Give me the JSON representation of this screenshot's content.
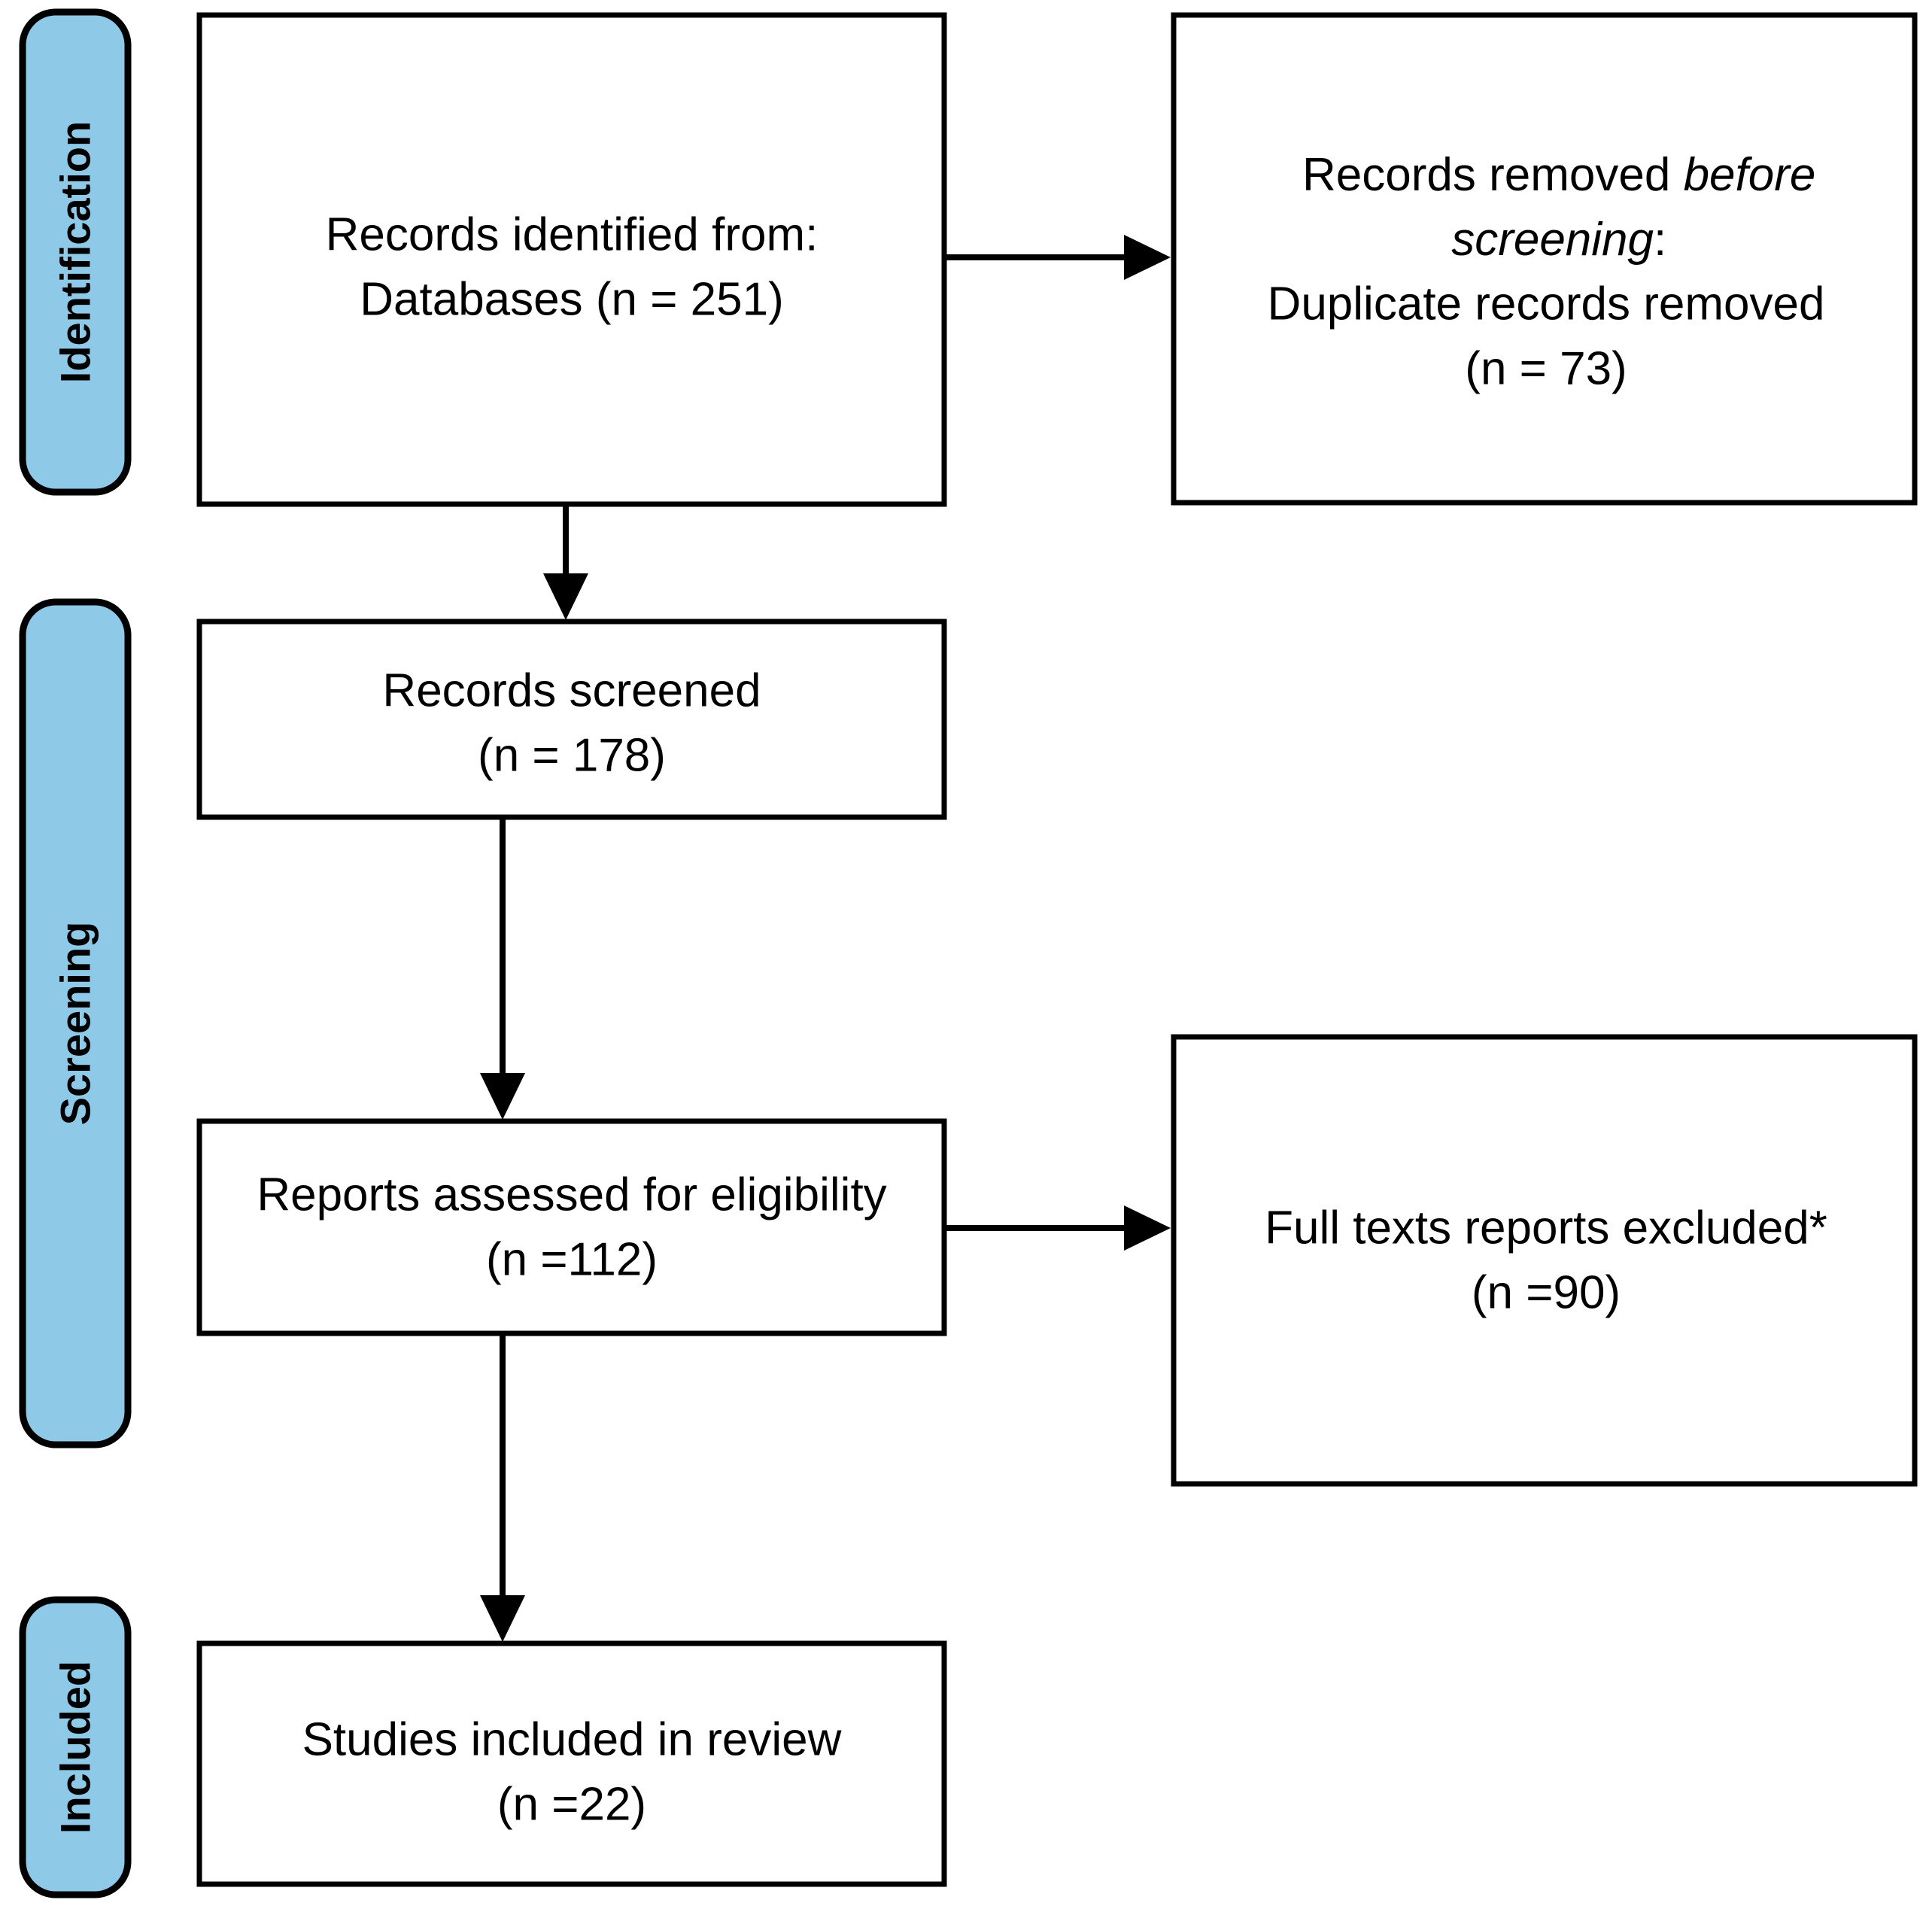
{
  "diagram": {
    "title": "PRISMA Flow Diagram",
    "type": "prisma-flow",
    "accent_color": "#8FC9E8",
    "border_color": "#000000",
    "background_color": "#FFFFFF",
    "stages": [
      {
        "id": "identification",
        "label": "Identification"
      },
      {
        "id": "screening",
        "label": "Screening"
      },
      {
        "id": "included",
        "label": "Included"
      }
    ],
    "boxes": [
      {
        "id": "records-identified",
        "stage": "identification",
        "column": "left",
        "lines": [
          {
            "text": "Records identified from:",
            "italic": false
          },
          {
            "text": "Databases (n = 251)",
            "italic": false
          }
        ],
        "count": 251
      },
      {
        "id": "records-removed",
        "stage": "identification",
        "column": "right",
        "lines": [
          {
            "text": "Records removed ",
            "italic": false,
            "suffix": "before",
            "suffix_italic": true
          },
          {
            "text": "screening",
            "italic": true,
            "suffix": ":",
            "suffix_italic": false
          },
          {
            "text": "Duplicate records removed",
            "italic": false
          },
          {
            "text": "(n = 73)",
            "italic": false
          }
        ],
        "count": 73
      },
      {
        "id": "records-screened",
        "stage": "screening",
        "column": "left",
        "lines": [
          {
            "text": "Records screened",
            "italic": false
          },
          {
            "text": "(n = 178)",
            "italic": false
          }
        ],
        "count": 178
      },
      {
        "id": "reports-assessed",
        "stage": "screening",
        "column": "left",
        "lines": [
          {
            "text": "Reports assessed for eligibility",
            "italic": false
          },
          {
            "text": "(n =112)",
            "italic": false
          }
        ],
        "count": 112
      },
      {
        "id": "reports-excluded",
        "stage": "screening",
        "column": "right",
        "lines": [
          {
            "text": "Full texts reports excluded*",
            "italic": false
          },
          {
            "text": "(n =90)",
            "italic": false
          }
        ],
        "count": 90
      },
      {
        "id": "studies-included",
        "stage": "included",
        "column": "left",
        "lines": [
          {
            "text": "Studies included in review",
            "italic": false
          },
          {
            "text": "(n =22)",
            "italic": false
          }
        ],
        "count": 22
      }
    ],
    "connectors": [
      {
        "id": "identified-to-removed",
        "from": "records-identified",
        "to": "records-removed",
        "direction": "right"
      },
      {
        "id": "identified-to-screened",
        "from": "records-identified",
        "to": "records-screened",
        "direction": "down"
      },
      {
        "id": "screened-to-assessed",
        "from": "records-screened",
        "to": "reports-assessed",
        "direction": "down"
      },
      {
        "id": "assessed-to-excluded",
        "from": "reports-assessed",
        "to": "reports-excluded",
        "direction": "right"
      },
      {
        "id": "assessed-to-included",
        "from": "reports-assessed",
        "to": "studies-included",
        "direction": "down"
      }
    ],
    "text": {
      "rail_identification": "Identification",
      "rail_screening": "Screening",
      "rail_included": "Included",
      "b1_l1": "Records identified from:",
      "b1_l2": "Databases (n = 251)",
      "b2_l1a": "Records removed ",
      "b2_l1b": "before",
      "b2_l2a": "screening",
      "b2_l2b": ":",
      "b2_l3": "Duplicate records removed",
      "b2_l4": "(n = 73)",
      "b3_l1": "Records screened",
      "b3_l2": "(n = 178)",
      "b4_l1": "Reports assessed for eligibility",
      "b4_l2": "(n =112)",
      "b5_l1": "Full texts reports excluded*",
      "b5_l2": "(n =90)",
      "b6_l1": "Studies included in review",
      "b6_l2": "(n =22)"
    }
  }
}
